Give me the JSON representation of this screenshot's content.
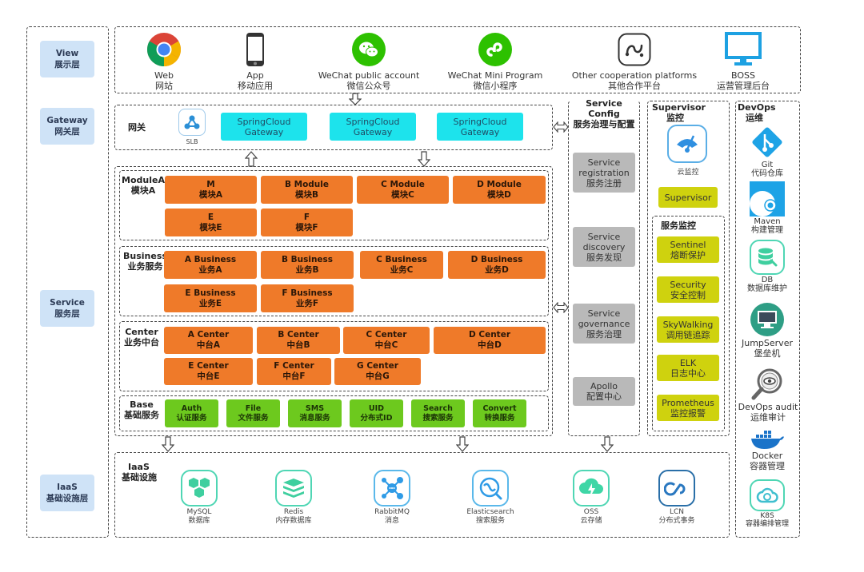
{
  "layers": [
    {
      "en": "View",
      "zh": "展示层"
    },
    {
      "en": "Gateway",
      "zh": "网关层"
    },
    {
      "en": "Service",
      "zh": "服务层"
    },
    {
      "en": "IaaS",
      "zh": "基础设施层"
    }
  ],
  "view": {
    "items": [
      {
        "icon": "chrome-icon",
        "en": "Web",
        "zh": "网站"
      },
      {
        "icon": "smartphone-icon",
        "en": "App",
        "zh": "移动应用"
      },
      {
        "icon": "wechat-icon",
        "en": "WeChat public account",
        "zh": "微信公众号"
      },
      {
        "icon": "mini-program-icon",
        "en": "WeChat Mini Program",
        "zh": "微信小程序"
      },
      {
        "icon": "cooperation-icon",
        "en": "Other cooperation platforms",
        "zh": "其他合作平台"
      },
      {
        "icon": "monitor-icon",
        "en": "BOSS",
        "zh": "运营管理后台"
      }
    ]
  },
  "gateway": {
    "title": "网关",
    "slb": "SLB",
    "buttons": [
      {
        "line1": "SpringCloud",
        "line2": "Gateway"
      },
      {
        "line1": "SpringCloud",
        "line2": "Gateway"
      },
      {
        "line1": "SpringCloud",
        "line2": "Gateway"
      }
    ]
  },
  "module": {
    "title_en": "ModuleA",
    "title_zh": "模块A",
    "items": [
      {
        "en": "M",
        "zh": "模块A"
      },
      {
        "en": "B Module",
        "zh": "模块B"
      },
      {
        "en": "C Module",
        "zh": "模块C"
      },
      {
        "en": "D Module",
        "zh": "模块D"
      },
      {
        "en": "E",
        "zh": "模块E"
      },
      {
        "en": "F",
        "zh": "模块F"
      }
    ]
  },
  "business": {
    "title_en": "Business",
    "title_zh": "业务服务",
    "items": [
      {
        "en": "A Business",
        "zh": "业务A"
      },
      {
        "en": "B Business",
        "zh": "业务B"
      },
      {
        "en": "C Business",
        "zh": "业务C"
      },
      {
        "en": "D Business",
        "zh": "业务D"
      },
      {
        "en": "E Business",
        "zh": "业务E"
      },
      {
        "en": "F Business",
        "zh": "业务F"
      }
    ]
  },
  "center": {
    "title_en": "Center",
    "title_zh": "业务中台",
    "items": [
      {
        "en": "A Center",
        "zh": "中台A"
      },
      {
        "en": "B Center",
        "zh": "中台B"
      },
      {
        "en": "C Center",
        "zh": "中台C"
      },
      {
        "en": "D Center",
        "zh": "中台D"
      },
      {
        "en": "E Center",
        "zh": "中台E"
      },
      {
        "en": "F Center",
        "zh": "中台F"
      },
      {
        "en": "G Center",
        "zh": "中台G"
      }
    ]
  },
  "base": {
    "title_en": "Base",
    "title_zh": "基础服务",
    "items": [
      {
        "en": "Auth",
        "zh": "认证服务"
      },
      {
        "en": "File",
        "zh": "文件服务"
      },
      {
        "en": "SMS",
        "zh": "消息服务"
      },
      {
        "en": "UID",
        "zh": "分布式ID"
      },
      {
        "en": "Search",
        "zh": "搜索服务"
      },
      {
        "en": "Convert",
        "zh": "转换服务"
      }
    ]
  },
  "service_config": {
    "title1": "Service",
    "title2": "Config",
    "title_zh": "服务治理与配置",
    "items": [
      {
        "l1": "Service",
        "l2": "registration",
        "l3": "服务注册"
      },
      {
        "l1": "Service",
        "l2": "discovery",
        "l3": "服务发现"
      },
      {
        "l1": "Service",
        "l2": "governance",
        "l3": "服务治理"
      },
      {
        "l1": "Apollo",
        "l2": "配置中心",
        "l3": ""
      }
    ]
  },
  "supervisor": {
    "title_en": "Supervisor",
    "title_zh": "监控",
    "cloud_label": "云监控",
    "button": "Supervisor",
    "monitor_title": "服务监控",
    "items": [
      {
        "en": "Sentinel",
        "zh": "熔断保护"
      },
      {
        "en": "Security",
        "zh": "安全控制"
      },
      {
        "en": "SkyWalking",
        "zh": "调用链追踪"
      },
      {
        "en": "ELK",
        "zh": "日志中心"
      },
      {
        "en": "Prometheus",
        "zh": "监控报警"
      }
    ]
  },
  "devops": {
    "title_en": "DevOps",
    "title_zh": "运维",
    "items": [
      {
        "icon": "git-icon",
        "en": "Git",
        "zh": "代码仓库"
      },
      {
        "icon": "maven-icon",
        "en": "Maven",
        "zh": "构建管理"
      },
      {
        "icon": "database-icon",
        "en": "DB",
        "zh": "数据库维护"
      },
      {
        "icon": "jumpserver-icon",
        "en": "JumpServer",
        "zh": "堡垒机"
      },
      {
        "icon": "audit-icon",
        "en": "DevOps audit",
        "zh": "运维审计"
      },
      {
        "icon": "docker-icon",
        "en": "Docker",
        "zh": "容器管理"
      },
      {
        "icon": "k8s-icon",
        "en": "K8S",
        "zh": "容器编排管理"
      }
    ]
  },
  "iaas": {
    "title_en": "IaaS",
    "title_zh": "基础设施",
    "items": [
      {
        "icon": "mysql-icon",
        "en": "MySQL",
        "zh": "数据库"
      },
      {
        "icon": "redis-icon",
        "en": "Redis",
        "zh": "内存数据库"
      },
      {
        "icon": "rabbitmq-icon",
        "en": "RabbitMQ",
        "zh": "消息"
      },
      {
        "icon": "elasticsearch-icon",
        "en": "Elasticsearch",
        "zh": "搜索服务"
      },
      {
        "icon": "oss-icon",
        "en": "OSS",
        "zh": "云存储"
      },
      {
        "icon": "lcn-icon",
        "en": "LCN",
        "zh": "分布式事务"
      }
    ]
  },
  "colors": {
    "layer_label_bg": "#cfe3f7",
    "gateway_cyan": "#1de3ec",
    "module_orange": "#ef7a29",
    "base_green": "#6dc91e",
    "config_gray": "#b9b9b9",
    "monitor_yellow": "#cfd20e",
    "iaas_teal": "#4fd6b4"
  }
}
